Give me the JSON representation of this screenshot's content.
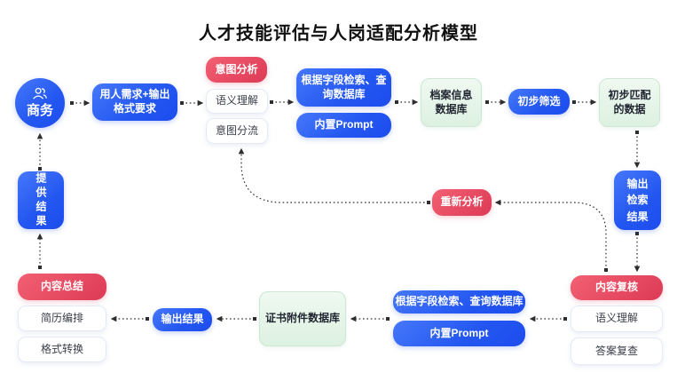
{
  "title": "人才技能评估与人岗适配分析模型",
  "colors": {
    "blue": "#2356f0",
    "red": "#e04a60",
    "green_bg": "#e7f6ea",
    "green_border": "#cbe8d2",
    "white_border": "#e4ebf7",
    "arrow": "#2e2e2e",
    "title_text": "#111111"
  },
  "icons": {
    "business": "people-icon"
  },
  "nodes": {
    "business": {
      "label": "商务"
    },
    "hiring_requirement": {
      "line1": "用人需求+输出",
      "line2": "格式要求"
    },
    "intent_analysis": {
      "label": "意图分析"
    },
    "semantic_understanding_top": {
      "label": "语义理解"
    },
    "intent_routing": {
      "label": "意图分流"
    },
    "field_search_top": {
      "line1": "根据字段检索、查",
      "line2": "询数据库"
    },
    "builtin_prompt_top": {
      "label": "内置Prompt"
    },
    "archive_db": {
      "line1": "档案信息",
      "line2": "数据库"
    },
    "preliminary_screening": {
      "label": "初步筛选"
    },
    "preliminary_matched": {
      "line1": "初步匹配",
      "line2": "的数据"
    },
    "provide_result": {
      "label": "提供结果"
    },
    "reanalyze": {
      "label": "重新分析"
    },
    "output_retrieval": {
      "line1": "输出",
      "line2": "检索",
      "line3": "结果"
    },
    "content_summary": {
      "label": "内容总结"
    },
    "resume_arrangement": {
      "label": "简历编排"
    },
    "format_conversion": {
      "label": "格式转换"
    },
    "output_result": {
      "label": "输出结果"
    },
    "certificate_db": {
      "label": "证书附件数据库"
    },
    "field_search_bottom": {
      "label": "根据字段检索、查询数据库"
    },
    "builtin_prompt_bottom": {
      "label": "内置Prompt"
    },
    "content_review": {
      "label": "内容复核"
    },
    "semantic_understanding_bottom": {
      "label": "语义理解"
    },
    "answer_recheck": {
      "label": "答案复查"
    }
  }
}
